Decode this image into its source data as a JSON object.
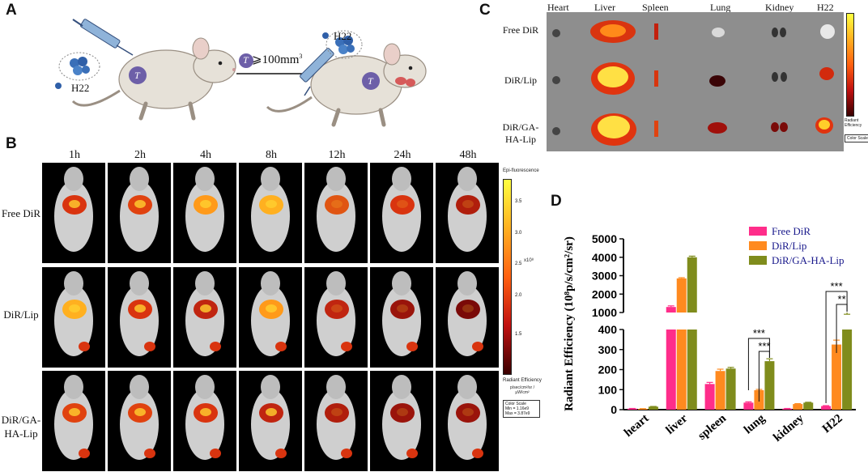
{
  "panels": {
    "A": {
      "label": "A",
      "tumor_label_1": "H22",
      "tumor_label_2": "H22",
      "tumor_badge": "T",
      "arrow_text": "⩾100mm",
      "arrow_sup": "3",
      "arrow_badge": "T"
    },
    "B": {
      "label": "B",
      "timepoints": [
        "1h",
        "2h",
        "4h",
        "8h",
        "12h",
        "24h",
        "48h"
      ],
      "rows": [
        "Free DiR",
        "DiR/Lip",
        "DiR/GA-\nHA-Lip"
      ],
      "colorbar": {
        "title": "Epi-fluorescence",
        "ticks": [
          "3.5",
          "3.0",
          "2.5",
          "2.0",
          "1.5"
        ],
        "exponent": "x10⁸",
        "unit_label": "Radiant Efficiency",
        "unit_formula": "p/sec/cm²/sr / μW/cm²",
        "scale_title": "Color Scale",
        "scale_min": "Min = 1.16e9",
        "scale_max": "Max = 3.87e9"
      }
    },
    "C": {
      "label": "C",
      "columns": [
        "Heart",
        "Liver",
        "Spleen",
        "Lung",
        "Kidney",
        "H22"
      ],
      "rows": [
        "Free DiR",
        "DiR/Lip",
        "DiR/GA-\nHA-Lip"
      ],
      "colorbar": {
        "unit_label": "Radiant Efficiency",
        "scale_title": "Color Scale"
      }
    },
    "D": {
      "label": "D"
    }
  },
  "colors": {
    "free_dir": "#ff2d8a",
    "dir_lip": "#ff8a1f",
    "dir_ga_ha_lip": "#7f8c1c"
  },
  "chart_data": {
    "type": "bar",
    "categories": [
      "heart",
      "liver",
      "spleen",
      "lung",
      "kidney",
      "H22"
    ],
    "series": [
      {
        "name": "Free DiR",
        "values": [
          5,
          1300,
          128,
          35,
          5,
          18
        ],
        "errors": [
          1,
          60,
          8,
          4,
          1,
          2
        ]
      },
      {
        "name": "DiR/Lip",
        "values": [
          4,
          2850,
          193,
          97,
          28,
          325
        ],
        "errors": [
          1,
          40,
          9,
          4,
          2,
          22
        ]
      },
      {
        "name": "DiR/GA-HA-Lip",
        "values": [
          15,
          4000,
          205,
          242,
          35,
          880
        ],
        "errors": [
          1,
          60,
          6,
          12,
          2,
          25
        ]
      }
    ],
    "ylabel": "Radiant Efficiency (10⁸p/s/cm²/sr)",
    "xlabel": "",
    "y_broken_axis": {
      "lower_range": [
        0,
        400
      ],
      "lower_ticks": [
        "0",
        "100",
        "200",
        "300",
        "400"
      ],
      "upper_range": [
        1000,
        5000
      ],
      "upper_ticks": [
        "1000",
        "2000",
        "3000",
        "4000",
        "5000"
      ]
    },
    "legend_position": "top-right",
    "significance": [
      {
        "category": "lung",
        "label": "***",
        "compare": "Free DiR vs DiR/GA-HA-Lip"
      },
      {
        "category": "lung",
        "label": "***",
        "compare": "DiR/Lip vs DiR/GA-HA-Lip"
      },
      {
        "category": "H22",
        "label": "***",
        "compare": "Free DiR vs DiR/GA-HA-Lip"
      },
      {
        "category": "H22",
        "label": "**",
        "compare": "DiR/Lip vs DiR/GA-HA-Lip"
      }
    ]
  }
}
